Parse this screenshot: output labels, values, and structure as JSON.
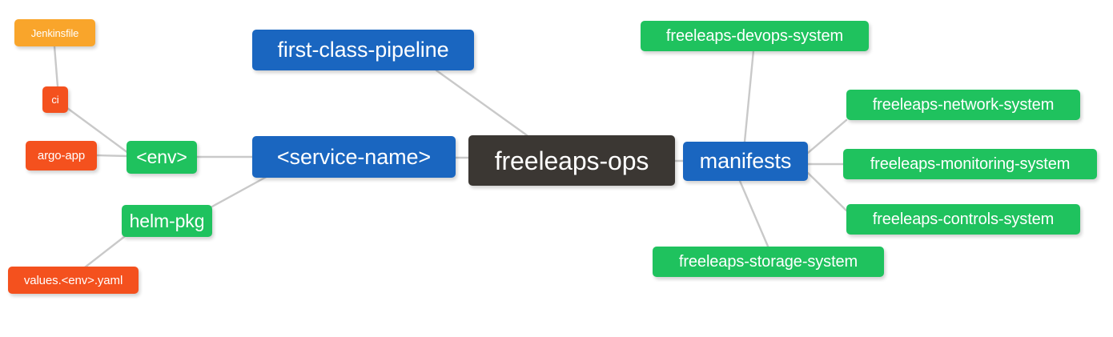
{
  "diagram": {
    "type": "mindmap",
    "title": "freeleaps-ops",
    "background": "#ffffff",
    "edge_color": "#c9c9c9",
    "palette": {
      "root_dark": "#3b3733",
      "blue": "#1a66c0",
      "green": "#1fc25e",
      "orange": "#f9a52b",
      "red": "#f4511e"
    }
  },
  "nodes": {
    "root": {
      "label": "freeleaps-ops",
      "color": "#3b3733"
    },
    "first_class_pipeline": {
      "label": "first-class-pipeline",
      "color": "#1a66c0"
    },
    "service_name": {
      "label": "<service-name>",
      "color": "#1a66c0"
    },
    "env": {
      "label": "<env>",
      "color": "#1fc25e"
    },
    "ci": {
      "label": "ci",
      "color": "#f4511e"
    },
    "jenkinsfile": {
      "label": "Jenkinsfile",
      "color": "#f9a52b"
    },
    "argo_app": {
      "label": "argo-app",
      "color": "#f4511e"
    },
    "helm_pkg": {
      "label": "helm-pkg",
      "color": "#1fc25e"
    },
    "values_yaml": {
      "label": "values.<env>.yaml",
      "color": "#f4511e"
    },
    "manifests": {
      "label": "manifests",
      "color": "#1a66c0"
    },
    "devops_system": {
      "label": "freeleaps-devops-system",
      "color": "#1fc25e"
    },
    "network_system": {
      "label": "freeleaps-network-system",
      "color": "#1fc25e"
    },
    "monitoring_system": {
      "label": "freeleaps-monitoring-system",
      "color": "#1fc25e"
    },
    "controls_system": {
      "label": "freeleaps-controls-system",
      "color": "#1fc25e"
    },
    "storage_system": {
      "label": "freeleaps-storage-system",
      "color": "#1fc25e"
    }
  },
  "edges": [
    {
      "from": "root",
      "to": "service_name"
    },
    {
      "from": "root",
      "to": "first_class_pipeline"
    },
    {
      "from": "root",
      "to": "manifests"
    },
    {
      "from": "service_name",
      "to": "env"
    },
    {
      "from": "service_name",
      "to": "helm_pkg"
    },
    {
      "from": "env",
      "to": "ci"
    },
    {
      "from": "env",
      "to": "argo_app"
    },
    {
      "from": "ci",
      "to": "jenkinsfile"
    },
    {
      "from": "helm_pkg",
      "to": "values_yaml"
    },
    {
      "from": "manifests",
      "to": "devops_system"
    },
    {
      "from": "manifests",
      "to": "network_system"
    },
    {
      "from": "manifests",
      "to": "monitoring_system"
    },
    {
      "from": "manifests",
      "to": "controls_system"
    },
    {
      "from": "manifests",
      "to": "storage_system"
    }
  ]
}
